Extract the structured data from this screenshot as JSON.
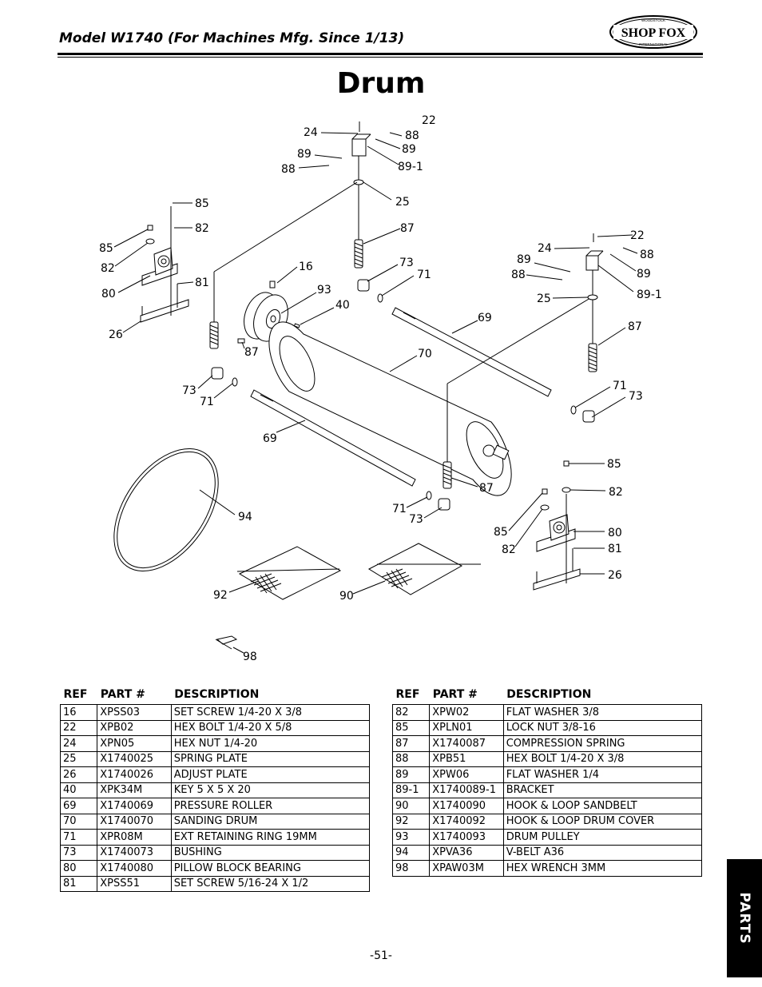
{
  "header": {
    "title": "Model W1740 (For Machines Mfg. Since 1/13)",
    "logo_text": "SHOP FOX",
    "logo_small_top": "WOODSTOCK",
    "logo_small_bottom": "INTERNATIONAL"
  },
  "page_title": "Drum",
  "diagram": {
    "labels": [
      "22",
      "24",
      "88",
      "89",
      "89",
      "88",
      "89-1",
      "25",
      "85",
      "82",
      "85",
      "82",
      "80",
      "81",
      "26",
      "16",
      "93",
      "40",
      "87",
      "73",
      "71",
      "87",
      "73",
      "71",
      "69",
      "70",
      "69",
      "22",
      "24",
      "88",
      "89",
      "89",
      "88",
      "89-1",
      "25",
      "87",
      "71",
      "73",
      "87",
      "71",
      "73",
      "85",
      "82",
      "85",
      "82",
      "80",
      "81",
      "26",
      "94",
      "92",
      "90",
      "98"
    ]
  },
  "table_headers": {
    "ref": "REF",
    "part": "PART #",
    "desc": "DESCRIPTION"
  },
  "parts_left": [
    [
      "16",
      "XPSS03",
      "SET SCREW 1/4-20 X 3/8"
    ],
    [
      "22",
      "XPB02",
      "HEX BOLT 1/4-20 X 5/8"
    ],
    [
      "24",
      "XPN05",
      "HEX NUT 1/4-20"
    ],
    [
      "25",
      "X1740025",
      "SPRING PLATE"
    ],
    [
      "26",
      "X1740026",
      "ADJUST PLATE"
    ],
    [
      "40",
      "XPK34M",
      "KEY 5 X 5 X 20"
    ],
    [
      "69",
      "X1740069",
      "PRESSURE ROLLER"
    ],
    [
      "70",
      "X1740070",
      "SANDING DRUM"
    ],
    [
      "71",
      "XPR08M",
      "EXT RETAINING RING 19MM"
    ],
    [
      "73",
      "X1740073",
      "BUSHING"
    ],
    [
      "80",
      "X1740080",
      "PILLOW BLOCK BEARING"
    ],
    [
      "81",
      "XPSS51",
      "SET SCREW 5/16-24 X 1/2"
    ]
  ],
  "parts_right": [
    [
      "82",
      "XPW02",
      "FLAT WASHER 3/8"
    ],
    [
      "85",
      "XPLN01",
      "LOCK NUT 3/8-16"
    ],
    [
      "87",
      "X1740087",
      "COMPRESSION SPRING"
    ],
    [
      "88",
      "XPB51",
      "HEX BOLT 1/4-20 X 3/8"
    ],
    [
      "89",
      "XPW06",
      "FLAT WASHER 1/4"
    ],
    [
      "89-1",
      "X1740089-1",
      "BRACKET"
    ],
    [
      "90",
      "X1740090",
      "HOOK & LOOP SANDBELT"
    ],
    [
      "92",
      "X1740092",
      "HOOK & LOOP DRUM COVER"
    ],
    [
      "93",
      "X1740093",
      "DRUM PULLEY"
    ],
    [
      "94",
      "XPVA36",
      "V-BELT A36"
    ],
    [
      "98",
      "XPAW03M",
      "HEX WRENCH 3MM"
    ]
  ],
  "side_tab": "PARTS",
  "page_number": "-51-"
}
